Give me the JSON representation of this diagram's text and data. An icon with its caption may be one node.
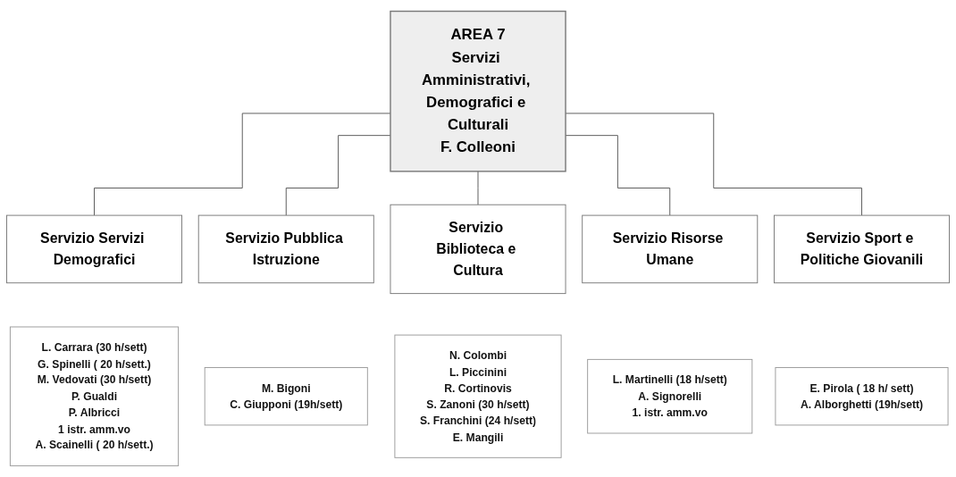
{
  "diagram": {
    "nodes": [
      {
        "text": [
          "AREA 7",
          "Servizi Amministrativi, Demografici e Culturali",
          "F. Colleoni"
        ]
      },
      {
        "text": [
          "Servizio Servizi Demografici"
        ]
      },
      {
        "text": [
          "L. Carrara (30 h/sett)",
          "G. Spinelli ( 20 h/sett.)",
          "M. Vedovati (30 h/sett)",
          "P. Gualdi",
          "P. Albricci",
          "1 istr. amm.vo",
          "A. Scainelli ( 20 h/sett.)"
        ]
      },
      {
        "text": [
          "Servizio Pubblica Istruzione"
        ]
      },
      {
        "text": [
          "M. Bigoni",
          "C. Giupponi (19h/sett)"
        ]
      },
      {
        "text": [
          "Servizio Biblioteca e Cultura"
        ]
      },
      {
        "text": [
          "N. Colombi",
          "L. Piccinini",
          "R. Cortinovis",
          "S. Zanoni (30 h/sett)",
          "S. Franchini (24 h/sett)",
          "E. Mangili"
        ]
      },
      {
        "text": [
          "Servizio Risorse Umane"
        ]
      },
      {
        "text": [
          "L. Martinelli (18 h/sett)",
          "A. Signorelli",
          "1. istr. amm.vo"
        ]
      },
      {
        "text": [
          "Servizio Sport e Politiche Giovanili"
        ]
      },
      {
        "text": [
          "E. Pirola ( 18 h/ sett)",
          "A. Alborghetti (19h/sett)"
        ]
      }
    ],
    "edges": [
      {
        "from": 0,
        "to": 1,
        "arrow": "none"
      },
      {
        "from": 0,
        "to": 3,
        "arrow": "none"
      },
      {
        "from": 0,
        "to": 5,
        "arrow": "none"
      },
      {
        "from": 0,
        "to": 7,
        "arrow": "none"
      },
      {
        "from": 0,
        "to": 9,
        "arrow": "none"
      }
    ]
  }
}
